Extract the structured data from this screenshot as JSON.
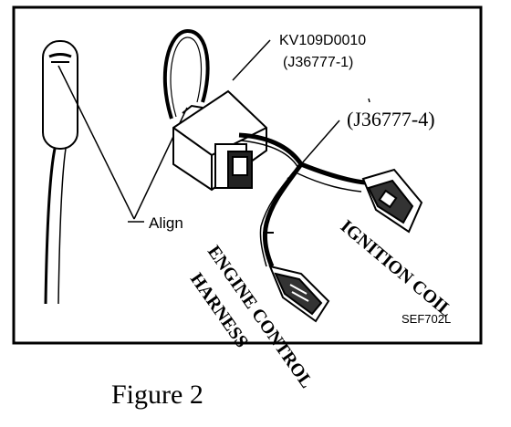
{
  "diagram": {
    "part_number": "KV109D0010",
    "part_number_alt": "(J36777-1)",
    "adapter_label": "(J36777-4)",
    "align_label": "Align",
    "ignition_coil_label": "IGNITION COIL",
    "engine_control_label": "ENGINE CONTROL",
    "harness_label": "HARNESS",
    "ref_code": "SEF702L"
  },
  "caption": "Figure 2"
}
